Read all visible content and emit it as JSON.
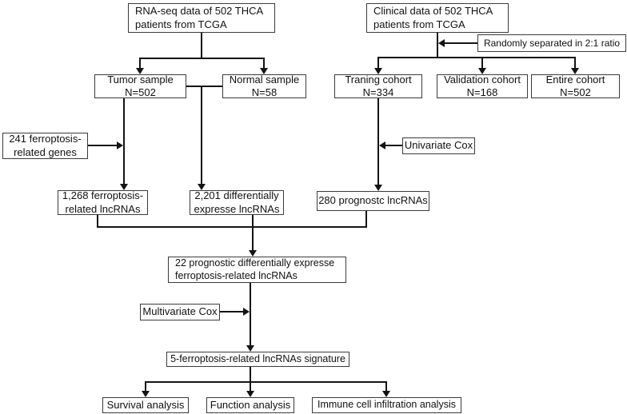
{
  "diagram": {
    "title": "Ferroptosis-related lncRNA signature flowchart",
    "background_color": "#ffffff",
    "line_color": "#141414",
    "nodes": {
      "rna_seq": {
        "label": "RNA-seq data of 502 THCA\npatients from TCGA"
      },
      "clinical": {
        "label": "Clinical data of 502 THCA\npatients from TCGA"
      },
      "random_split": {
        "label": "Randomly separated in 2:1 ratio"
      },
      "tumor": {
        "label": "Tumor sample\nN=502"
      },
      "normal": {
        "label": "Normal sample\nN=58"
      },
      "training": {
        "label": "Traning cohort\nN=334"
      },
      "validation": {
        "label": "Validation cohort\nN=168"
      },
      "entire": {
        "label": "Entire cohort\nN=502"
      },
      "genes241": {
        "label": "241 ferroptosis-\nrelated genes"
      },
      "univariate": {
        "label": "Univariate Cox"
      },
      "lnc1268": {
        "label": "1,268 ferroptosis-\nrelated lncRNAs"
      },
      "lnc2201": {
        "label": "2,201 differentially\nexpresse lncRNAs"
      },
      "prog280": {
        "label": "280 prognostc lncRNAs"
      },
      "prog22": {
        "label": "22 prognostic differentially expresse\nferroptosis-related lncRNAs"
      },
      "multivariate": {
        "label": "Multivariate Cox"
      },
      "signature": {
        "label": "5-ferroptosis-related lncRNAs signature"
      },
      "survival": {
        "label": "Survival analysis"
      },
      "function": {
        "label": "Function analysis"
      },
      "immune": {
        "label": "Immune cell infiltration analysis"
      }
    }
  }
}
